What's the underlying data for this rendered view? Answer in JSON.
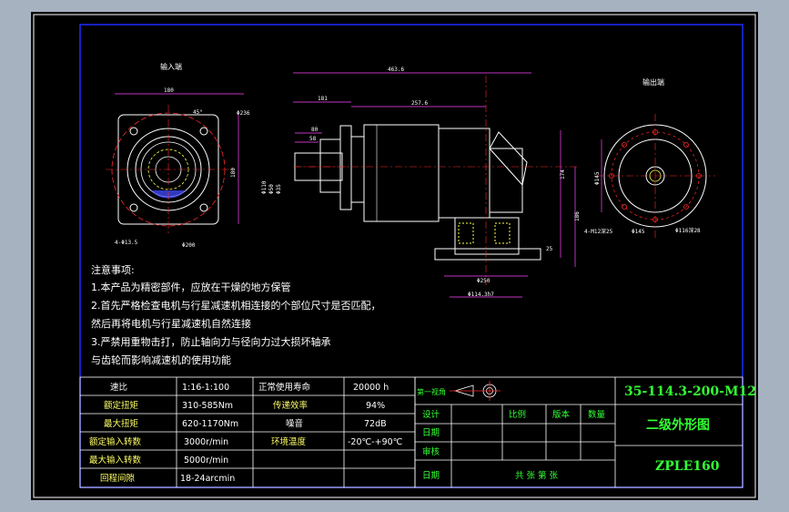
{
  "view_labels": {
    "input_end": "输入端",
    "output_end": "输出端"
  },
  "dimensions": {
    "input_width": "180",
    "input_angle": "45°",
    "input_hole": "4-Φ13.5",
    "input_side": "180",
    "input_pcd": "Φ200",
    "input_pcd2": "Φ236",
    "input_d1": "Φ145",
    "output_hole": "4-M12深25",
    "output_pcd": "Φ145",
    "output_dia": "Φ116深28",
    "total_length": "463.6",
    "len_181": "181",
    "len_257": "257.6",
    "len_80": "80",
    "len_58": "58",
    "len_174": "174",
    "dia_110": "Φ110",
    "dia_50": "Φ50",
    "dia_35": "Φ35",
    "height_186": "186",
    "height_25": "25",
    "base_250": "Φ250",
    "base_114": "Φ114.3h7"
  },
  "notes": [
    "注意事项:",
    "1.本产品为精密部件，应放在干燥的地方保管",
    "2.首先严格检查电机与行星减速机相连接的个部位尺寸是否匹配，",
    "然后再将电机与行星减速机自然连接",
    "3.严禁用重物击打，防止轴向力与径向力过大损坏轴承",
    "与齿轮而影响减速机的使用功能"
  ],
  "spec_table": [
    {
      "label": "速比",
      "value": "1:16-1:100",
      "label2": "正常使用寿命",
      "value2": "20000 h"
    },
    {
      "label": "额定扭矩",
      "value": "310-585Nm",
      "label2": "传递效率",
      "value2": "94%"
    },
    {
      "label": "最大扭矩",
      "value": "620-1170Nm",
      "label2": "噪音",
      "value2": "72dB"
    },
    {
      "label": "额定输入转数",
      "value": "3000r/min",
      "label2": "环境温度",
      "value2": "-20℃-+90℃"
    },
    {
      "label": "最大输入转数",
      "value": "5000r/min",
      "label2": "",
      "value2": ""
    },
    {
      "label": "回程间隙",
      "value": "18-24arcmin",
      "label2": "",
      "value2": ""
    }
  ],
  "title_block": {
    "projection": "第一视角",
    "row_labels": [
      "设计",
      "日期",
      "审核",
      "日期"
    ],
    "scale_label": "比例",
    "version_label": "版本",
    "quantity_label": "数量",
    "sheet_text": "共  张  第  张",
    "model_code": "35-114.3-200-M12",
    "drawing_name": "二级外形图",
    "series": "ZPLE160"
  },
  "colors": {
    "background": "#000000",
    "frame": "#1f2bff",
    "outline": "#ffffff",
    "hidden": "#ffff44",
    "centerline": "#ff2a2a",
    "dimension": "#ff44ff",
    "cyan": "#35e0e0",
    "title_text": "#33ff33"
  }
}
